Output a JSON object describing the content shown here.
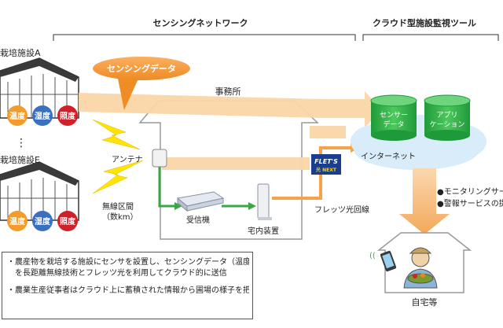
{
  "sections": {
    "network": "センシングネットワーク",
    "cloud_tool": "クラウド型施設監視ツール"
  },
  "facility_a": {
    "label": "栽培施設A"
  },
  "facility_e": {
    "label": "栽培施設E"
  },
  "badges": {
    "temp": "温度",
    "humidity": "湿度",
    "light": "照度"
  },
  "callout": "センシングデータ",
  "office": {
    "label": "事務所"
  },
  "antenna": "アンテナ",
  "radio": {
    "line1": "無線区間",
    "line2": "（数km）"
  },
  "receiver": "受信機",
  "home_device": "宅内装置",
  "fiber_line": "フレッツ光回線",
  "flets_logo": {
    "main": "FLET'S",
    "sub": "光 NEXT"
  },
  "cloud": {
    "sensor_db": {
      "line1": "センサー",
      "line2": "データ"
    },
    "app_db": {
      "line1": "アプリ",
      "line2": "ケーション"
    },
    "internet": "インターネット"
  },
  "services": [
    "●モニタリングサービス",
    "●警報サービスの提供"
  ],
  "home": {
    "label": "自宅等"
  },
  "notes": [
    "・農産物を栽培する施設にセンサを設置し、センシングデータ（温度・湿度・照度）",
    "　を長距離無線技術とフレッツ光を利用してクラウド的に送信",
    "・農業生産従事者はクラウド上に蓄積された情報から圃場の様子を把握"
  ],
  "colors": {
    "data_flow": "#f5a24a",
    "data_flow_light": "#fbd5a8",
    "green_arrow": "#3aa648",
    "temp_badge": "#f39b2b",
    "humidity_badge": "#3a70c0",
    "light_badge": "#d0202a",
    "db_green": "#33b44a",
    "cloud_blue": "#d9ecfa",
    "lightning": "#ffe500"
  }
}
